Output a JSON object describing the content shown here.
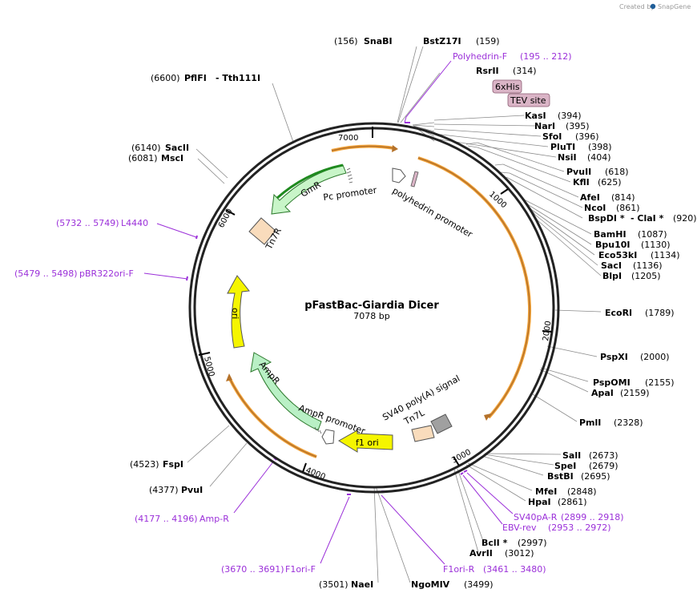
{
  "branding": {
    "created_by": "Created by",
    "app": "SnapGene"
  },
  "plasmid": {
    "name": "pFastBac-Giardia Dicer",
    "size": "7078 bp",
    "total_bp": 7078
  },
  "colors": {
    "backbone": "#222222",
    "primer": "#9b30d9",
    "orf_orange": "#f3a43a",
    "green": "#1f8a1f",
    "yellow": "#f5f500",
    "ampr": "#b9f0c5",
    "tn7": "#f9dcbc",
    "his_tag": "#dab4c6"
  },
  "position_ticks": [
    {
      "label": "1000",
      "bp": 1000
    },
    {
      "label": "2000",
      "bp": 2000
    },
    {
      "label": "3000",
      "bp": 3000
    },
    {
      "label": "4000",
      "bp": 4000
    },
    {
      "label": "5000",
      "bp": 5000
    },
    {
      "label": "6000",
      "bp": 6000
    },
    {
      "label": "7000",
      "bp": 7000
    }
  ],
  "site_labels": {
    "snabi": {
      "pos": "(156)",
      "name": "SnaBI"
    },
    "bstz17i": {
      "name": "BstZ17I",
      "pos": "(159)"
    },
    "polyhedrin_f": {
      "name": "Polyhedrin-F",
      "pos": "(195 .. 212)"
    },
    "rsrii": {
      "name": "RsrII",
      "pos": "(314)"
    },
    "pflfi": {
      "pos": "(6600)",
      "name": "PflFI",
      "name2": "- Tth111I"
    },
    "kasi": {
      "name": "KasI",
      "pos": "(394)"
    },
    "nari": {
      "name": "NarI",
      "pos": "(395)"
    },
    "sfoi": {
      "name": "SfoI",
      "pos": "(396)"
    },
    "plutI": {
      "name": "PluTI",
      "pos": "(398)"
    },
    "nsii": {
      "name": "NsiI",
      "pos": "(404)"
    },
    "sacii": {
      "pos": "(6140)",
      "name": "SacII"
    },
    "msci": {
      "pos": "(6081)",
      "name": "MscI"
    },
    "pvuii": {
      "name": "PvuII",
      "pos": "(618)"
    },
    "kfli": {
      "name": "KflI",
      "pos": "(625)"
    },
    "afei": {
      "name": "AfeI",
      "pos": "(814)"
    },
    "ncoi": {
      "name": "NcoI",
      "pos": "(861)"
    },
    "bspdi": {
      "name": "BspDI *",
      "name2": "- ClaI *",
      "pos": "(920)"
    },
    "l4440": {
      "pos": "(5732 .. 5749)",
      "name": "L4440"
    },
    "bamhi": {
      "name": "BamHI",
      "pos": "(1087)"
    },
    "bpu10i": {
      "name": "Bpu10I",
      "pos": "(1130)"
    },
    "eco53ki": {
      "name": "Eco53kI",
      "pos": "(1134)"
    },
    "saci": {
      "name": "SacI",
      "pos": "(1136)"
    },
    "blpi": {
      "name": "BlpI",
      "pos": "(1205)"
    },
    "pbr322": {
      "pos": "(5479 .. 5498)",
      "name": "pBR322ori-F"
    },
    "ecori": {
      "name": "EcoRI",
      "pos": "(1789)"
    },
    "pspxi": {
      "name": "PspXI",
      "pos": "(2000)"
    },
    "pspomi": {
      "name": "PspOMI",
      "pos": "(2155)"
    },
    "apai": {
      "name": "ApaI",
      "pos": "(2159)"
    },
    "pmli": {
      "name": "PmlI",
      "pos": "(2328)"
    },
    "sali": {
      "name": "SalI",
      "pos": "(2673)"
    },
    "spei": {
      "name": "SpeI",
      "pos": "(2679)"
    },
    "bstbi": {
      "name": "BstBI",
      "pos": "(2695)"
    },
    "fspi": {
      "pos": "(4523)",
      "name": "FspI"
    },
    "mfei": {
      "name": "MfeI",
      "pos": "(2848)"
    },
    "hpai": {
      "name": "HpaI",
      "pos": "(2861)"
    },
    "pvui": {
      "pos": "(4377)",
      "name": "PvuI"
    },
    "sv40pa_r": {
      "name": "SV40pA-R",
      "pos": "(2899 .. 2918)"
    },
    "ampr_primer": {
      "pos": "(4177 .. 4196)",
      "name": "Amp-R"
    },
    "ebv_rev": {
      "name": "EBV-rev",
      "pos": "(2953 .. 2972)"
    },
    "bcli": {
      "name": "BclI *",
      "pos": "(2997)"
    },
    "avrii": {
      "name": "AvrII",
      "pos": "(3012)"
    },
    "f1ori_f": {
      "pos": "(3670 .. 3691)",
      "name": "F1ori-F"
    },
    "f1ori_r": {
      "name": "F1ori-R",
      "pos": "(3461 .. 3480)"
    },
    "naei": {
      "pos": "(3501)",
      "name": "NaeI"
    },
    "ngomiv": {
      "name": "NgoMIV",
      "pos": "(3499)"
    }
  },
  "tags": {
    "his": "6xHis",
    "tev": "TEV site"
  },
  "features": {
    "gmr": "GmR",
    "pc_promoter": "Pc promoter",
    "polyhedrin_promoter": "polyhedrin promoter",
    "tn7r": "Tn7R",
    "ori": "ori",
    "ampr": "AmpR",
    "ampr_promoter": "AmpR promoter",
    "sv40": "SV40 poly(A) signal",
    "tn7l": "Tn7L",
    "f1ori": "f1 ori"
  }
}
